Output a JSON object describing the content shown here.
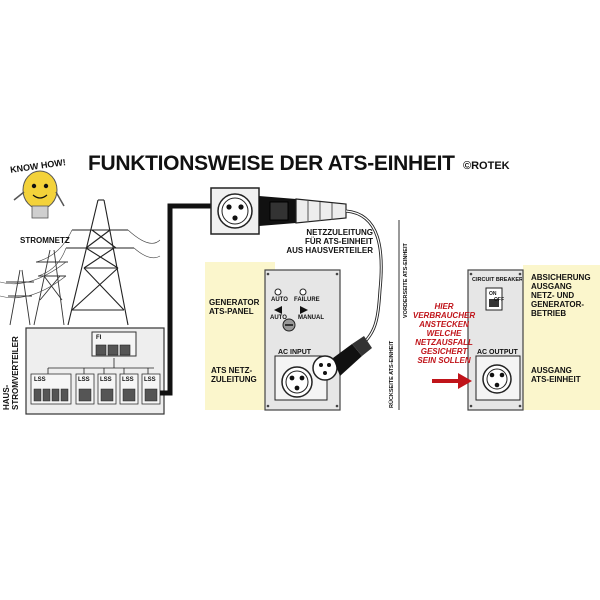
{
  "title": "FUNKTIONSWEISE DER ATS-EINHEIT",
  "copyright": "©ROTEK",
  "badge": "KNOW HOW!",
  "labels": {
    "stromnetz": "STROMNETZ",
    "haus": [
      "HAUS-",
      "STROMVERTEILER"
    ],
    "fi": "FI",
    "lss": "LSS",
    "netzzuleitung": [
      "NETZZULEITUNG",
      "FÜR ATS-EINHEIT",
      "AUS HAUSVERTEILER"
    ],
    "generator_panel": [
      "GENERATOR",
      "ATS-PANEL"
    ],
    "ats_netz": [
      "ATS NETZ-",
      "ZULEITUNG"
    ],
    "auto": "AUTO",
    "failure": "FAILURE",
    "manual": "MANUAL",
    "ac_input": "AC INPUT",
    "rueckseite": "RÜCKSEITE ATS-EINHEIT",
    "vorderseite": "VORDERSEITE ATS-EINHEIT",
    "hinweis": [
      "HIER",
      "VERBRAUCHER",
      "ANSTECKEN",
      "WELCHE",
      "NETZAUSFALL",
      "GESICHERT",
      "SEIN SOLLEN"
    ],
    "circuit_breaker": "CIRCUIT BREAKER",
    "on": "ON",
    "off": "OFF",
    "ac_output": "AC OUTPUT",
    "absicherung": [
      "ABSICHERUNG",
      "AUSGANG",
      "NETZ- UND",
      "GENERATOR-",
      "BETRIEB"
    ],
    "ausgang": [
      "AUSGANG",
      "ATS-EINHEIT"
    ]
  },
  "colors": {
    "panel": "#fbf6cc",
    "accent": "#c0141a",
    "bulb": "#f3d23a"
  }
}
